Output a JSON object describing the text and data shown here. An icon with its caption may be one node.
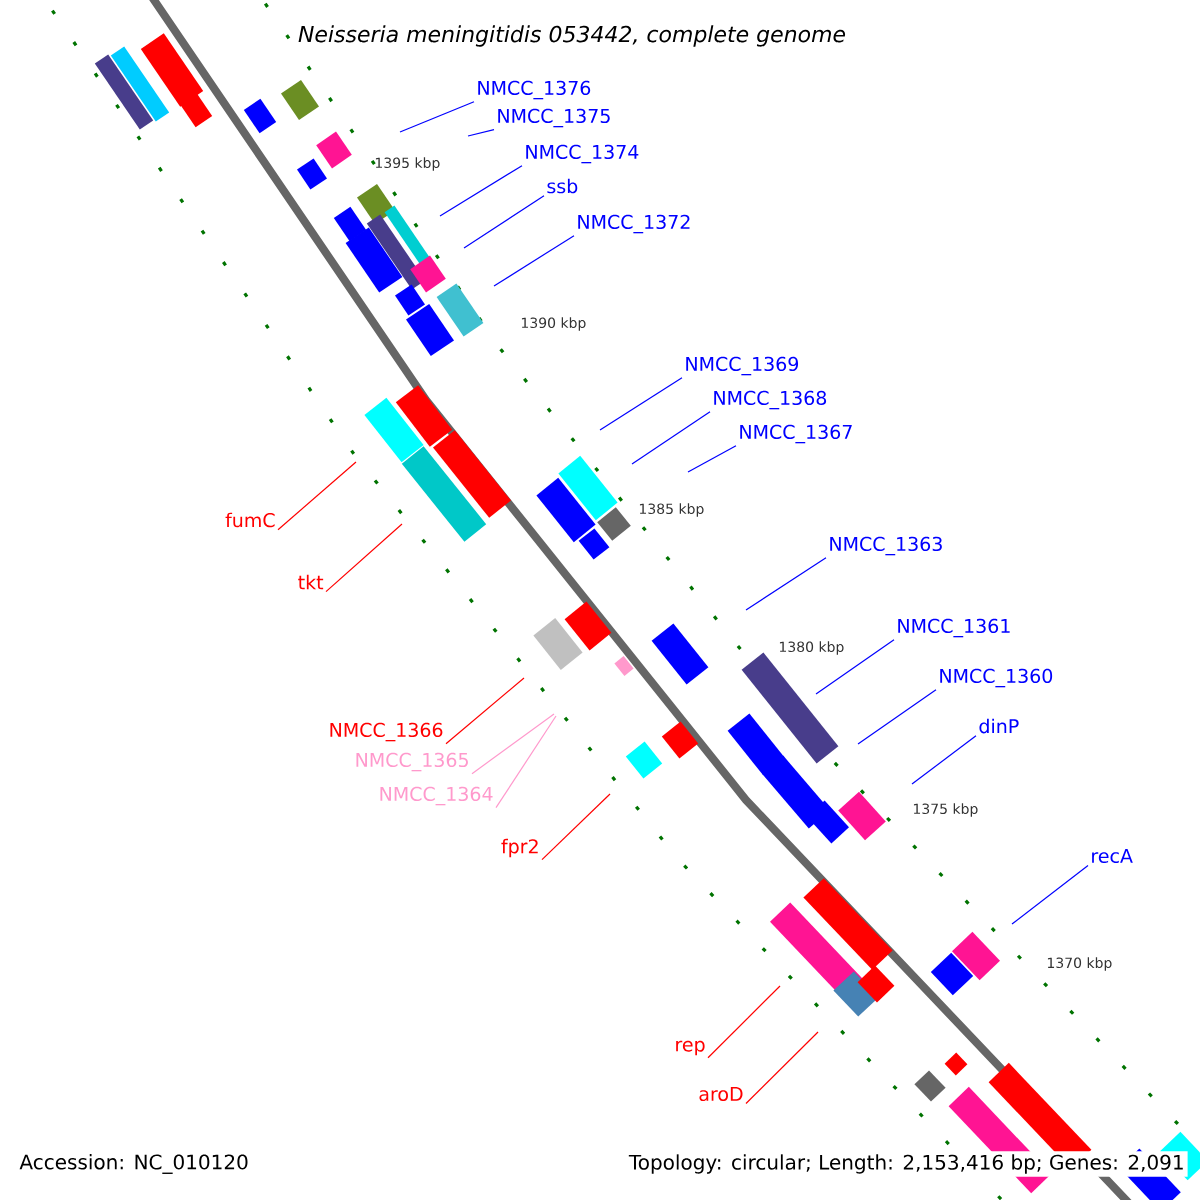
{
  "diagram": {
    "title": "Neisseria meningitidis 053442, complete genome",
    "nodes": [
      {
        "text": [
          "NMCC_1376"
        ]
      },
      {
        "text": [
          "NMCC_1375"
        ]
      },
      {
        "text": [
          "NMCC_1374"
        ]
      },
      {
        "text": [
          "ssb"
        ]
      },
      {
        "text": [
          "NMCC_1372"
        ]
      },
      {
        "text": [
          "NMCC_1369"
        ]
      },
      {
        "text": [
          "NMCC_1368"
        ]
      },
      {
        "text": [
          "NMCC_1367"
        ]
      },
      {
        "text": [
          "NMCC_1363"
        ]
      },
      {
        "text": [
          "NMCC_1361"
        ]
      },
      {
        "text": [
          "NMCC_1360"
        ]
      },
      {
        "text": [
          "dinP"
        ]
      },
      {
        "text": [
          "recA"
        ]
      },
      {
        "text": [
          "fumC"
        ]
      },
      {
        "text": [
          "tkt"
        ]
      },
      {
        "text": [
          "NMCC_1366"
        ]
      },
      {
        "text": [
          "NMCC_1365"
        ]
      },
      {
        "text": [
          "NMCC_1364"
        ]
      },
      {
        "text": [
          "fpr2"
        ]
      },
      {
        "text": [
          "rep"
        ]
      },
      {
        "text": [
          "aroD"
        ]
      }
    ],
    "edges": [
      {
        "from": 0,
        "to": null,
        "arrow": "none"
      },
      {
        "from": 1,
        "to": null,
        "arrow": "none"
      },
      {
        "from": 2,
        "to": null,
        "arrow": "none"
      },
      {
        "from": 3,
        "to": null,
        "arrow": "none"
      },
      {
        "from": 4,
        "to": null,
        "arrow": "none"
      },
      {
        "from": 5,
        "to": null,
        "arrow": "none"
      },
      {
        "from": 6,
        "to": null,
        "arrow": "none"
      },
      {
        "from": 7,
        "to": null,
        "arrow": "none"
      },
      {
        "from": 8,
        "to": null,
        "arrow": "none"
      },
      {
        "from": 9,
        "to": null,
        "arrow": "none"
      },
      {
        "from": 10,
        "to": null,
        "arrow": "none"
      },
      {
        "from": 11,
        "to": null,
        "arrow": "none"
      },
      {
        "from": 12,
        "to": null,
        "arrow": "none"
      },
      {
        "from": 13,
        "to": null,
        "arrow": "none",
        "color": "#ff0000"
      },
      {
        "from": 14,
        "to": null,
        "arrow": "none",
        "color": "#ff0000"
      },
      {
        "from": 15,
        "to": null,
        "arrow": "none",
        "color": "#ff0000"
      },
      {
        "from": 16,
        "to": null,
        "arrow": "none",
        "color": "#ff99cc"
      },
      {
        "from": 17,
        "to": null,
        "arrow": "none",
        "color": "#ff99cc"
      },
      {
        "from": 18,
        "to": null,
        "arrow": "none",
        "color": "#ff0000"
      },
      {
        "from": 19,
        "to": null,
        "arrow": "none",
        "color": "#ff0000"
      },
      {
        "from": 20,
        "to": null,
        "arrow": "none",
        "color": "#ff0000"
      }
    ],
    "labels": [
      "1395 kbp",
      "1390 kbp",
      "1385 kbp",
      "1380 kbp",
      "1375 kbp",
      "1370 kbp",
      "Accession: NC_010120",
      "Topology: circular; Length: 2,153,416 bp; Genes: 2,091"
    ]
  }
}
